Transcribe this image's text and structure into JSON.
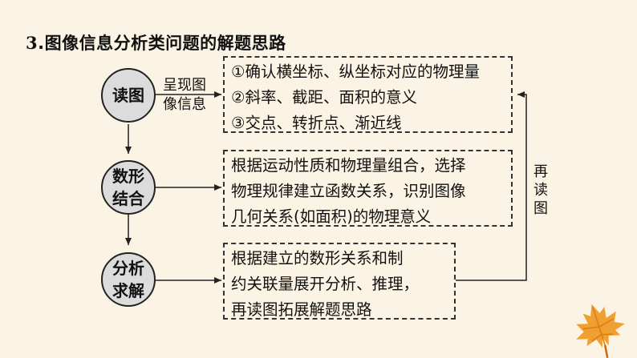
{
  "title": {
    "number": "3",
    "text": ".图像信息分析类问题的解题思路"
  },
  "steps": [
    {
      "label_lines": [
        "读图"
      ]
    },
    {
      "label_lines": [
        "数形",
        "结合"
      ]
    },
    {
      "label_lines": [
        "分析",
        "求解"
      ]
    }
  ],
  "edge_label": {
    "lines": [
      "呈现图",
      "像信息"
    ]
  },
  "boxes": [
    {
      "lines": [
        "①确认横坐标、纵坐标对应的物理量",
        "②斜率、截距、面积的意义",
        "③交点、转折点、渐近线"
      ]
    },
    {
      "lines": [
        "根据运动性质和物理量组合，选择",
        "物理规律建立函数关系，识别图像",
        "几何关系(如面积)的物理意义"
      ]
    },
    {
      "lines": [
        "根据建立的数形关系和制",
        "约关联量展开分析、推理，",
        "再读图拓展解题思路"
      ]
    }
  ],
  "feedback_label": {
    "chars": [
      "再",
      "读",
      "图"
    ]
  },
  "colors": {
    "background": "#fbf3e3",
    "circle_fill": "#dcdcdc",
    "leaf_main": "#f0a030",
    "leaf_dark": "#e07b18"
  }
}
